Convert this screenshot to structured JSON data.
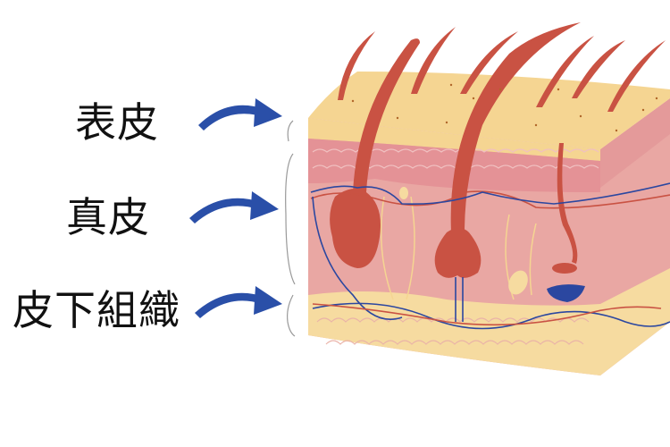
{
  "labels": {
    "epidermis": "表皮",
    "dermis": "真皮",
    "subcutaneous": "皮下組織"
  },
  "colors": {
    "arrow": "#2a4fa8",
    "epidermis": "#f5d592",
    "dermis": "#e8a1a0",
    "hair": "#c95243",
    "vein": "#2b47a0",
    "fat": "#f6dba0"
  }
}
